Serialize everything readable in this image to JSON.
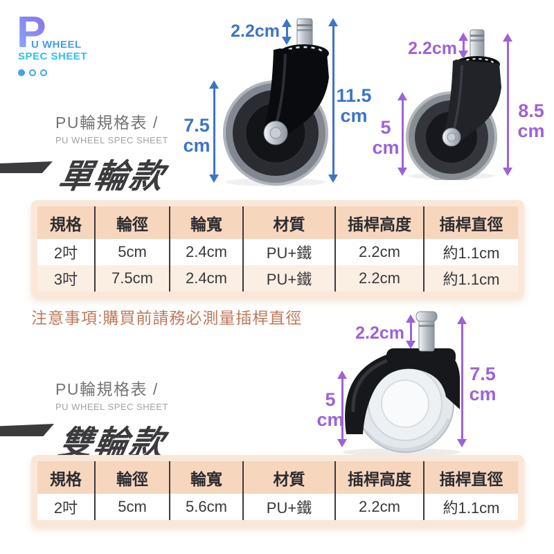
{
  "theme": {
    "accent_blue": "#3d74c9",
    "accent_purple": "#9c63d8",
    "logo_blue": "#459de8",
    "logo_cyan": "#2cc3ec",
    "logo_gradient_start": "#86aef4",
    "logo_gradient_end": "#8b6cea",
    "dot_blue": "#3aa9e0",
    "heading": "#3b3b3d",
    "table_frame": "#fbe7d7",
    "table_header": "#f6d6bd",
    "table_row_alt": "#fbeee2",
    "note": "#c0795a"
  },
  "logo": {
    "p": "P",
    "line1": "U WHEEL",
    "line2": "SPEC SHEET"
  },
  "icons": {
    "carousel_dots": "pagination-dots (1 filled, 2 hollow)",
    "dimension_arrow": "vertical double-headed measurement arrow"
  },
  "sections": [
    {
      "title_zh": "PU輪規格表 /",
      "title_en": "PU WHEEL SPEC SHEET",
      "name": "單輪款"
    },
    {
      "title_zh": "PU輪規格表 /",
      "title_en": "PU WHEEL SPEC SHEET",
      "name": "雙輪款"
    }
  ],
  "note": "注意事項:購買前請務必測量插桿直徑",
  "annotations": {
    "single_3in": {
      "stem": "2.2cm",
      "total_value": "11.5",
      "total_unit": "cm",
      "wheel_value": "7.5",
      "wheel_unit": "cm"
    },
    "single_2in": {
      "stem": "2.2cm",
      "total_value": "8.5",
      "total_unit": "cm",
      "wheel_value": "5",
      "wheel_unit": "cm"
    },
    "twin_2in": {
      "stem": "2.2cm",
      "total_value": "7.5",
      "total_unit": "cm",
      "wheel_value": "5",
      "wheel_unit": "cm"
    }
  },
  "tables": {
    "headers": [
      "規格",
      "輪徑",
      "輪寬",
      "材質",
      "插桿高度",
      "插桿直徑"
    ],
    "single": {
      "rows": [
        [
          "2吋",
          "5cm",
          "2.4cm",
          "PU+鐵",
          "2.2cm",
          "約1.1cm"
        ],
        [
          "3吋",
          "7.5cm",
          "2.4cm",
          "PU+鐵",
          "2.2cm",
          "約1.1cm"
        ]
      ]
    },
    "twin": {
      "rows": [
        [
          "2吋",
          "5cm",
          "5.6cm",
          "PU+鐵",
          "2.2cm",
          "約1.1cm"
        ]
      ]
    }
  }
}
